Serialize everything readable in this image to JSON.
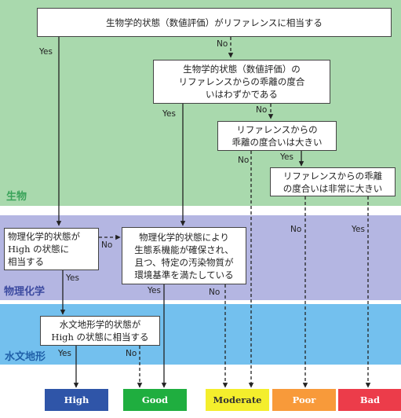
{
  "bands": {
    "bio": {
      "label": "生物",
      "color": "#a9d9ad"
    },
    "physchem": {
      "label": "物理化学",
      "color": "#b4b6e2"
    },
    "hydro": {
      "label": "水文地形",
      "color": "#73c0ee"
    }
  },
  "nodes": {
    "q1": "生物学的状態（数値評価）がリファレンスに相当する",
    "q2": "生物学的状態（数値評価）の\nリファレンスからの乖離の度合\nいはわずかである",
    "q3": "リファレンスからの\n乖離の度合いは大きい",
    "q4": "リファレンスからの乖離\nの度合いは非常に大きい",
    "p1": "物理化学的状態が\nHigh の状態に\n相当する",
    "p2": "物理化学的状態により\n生態系機能が確保され、\n且つ、特定の汚染物質が\n環境基準を満たしている",
    "h1": "水文地形学的状態が\nHigh の状態に相当する"
  },
  "labels": {
    "yes": "Yes",
    "no": "No"
  },
  "outcomes": [
    {
      "key": "high",
      "label": "High",
      "bg": "#2f55a8",
      "fg": "#ffffff"
    },
    {
      "key": "good",
      "label": "Good",
      "bg": "#1fae3f",
      "fg": "#ffffff"
    },
    {
      "key": "moderate",
      "label": "Moderate",
      "bg": "#f4ee2c",
      "fg": "#333333"
    },
    {
      "key": "poor",
      "label": "Poor",
      "bg": "#f89a3a",
      "fg": "#ffffff"
    },
    {
      "key": "bad",
      "label": "Bad",
      "bg": "#ec3c4a",
      "fg": "#ffffff"
    }
  ]
}
